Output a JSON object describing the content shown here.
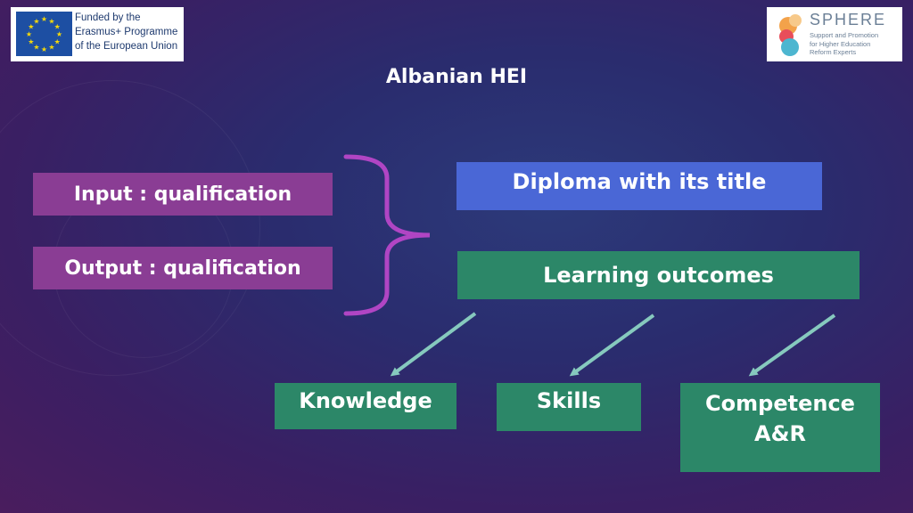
{
  "header": {
    "eu_text": "Funded by the\nErasmus+ Programme\nof the European Union",
    "sphere_name": "SPHERE",
    "sphere_tagline": "Support and Promotion\nfor Higher Education\nReform Experts",
    "title": "Albanian HEI"
  },
  "left": {
    "input": "Input : qualification",
    "output": "Output : qualification"
  },
  "right": {
    "diploma": "Diploma with its title",
    "learning_outcomes": "Learning outcomes"
  },
  "bottom": {
    "knowledge": "Knowledge",
    "skills": "Skills",
    "competence_line1": "Competence",
    "competence_line2": "A&R"
  },
  "colors": {
    "purple_box": "#8a3d94",
    "green_box": "#2c8768",
    "blue_box": "#4a67d6",
    "brace": "#b045c4",
    "arrows": "#86c9be"
  }
}
